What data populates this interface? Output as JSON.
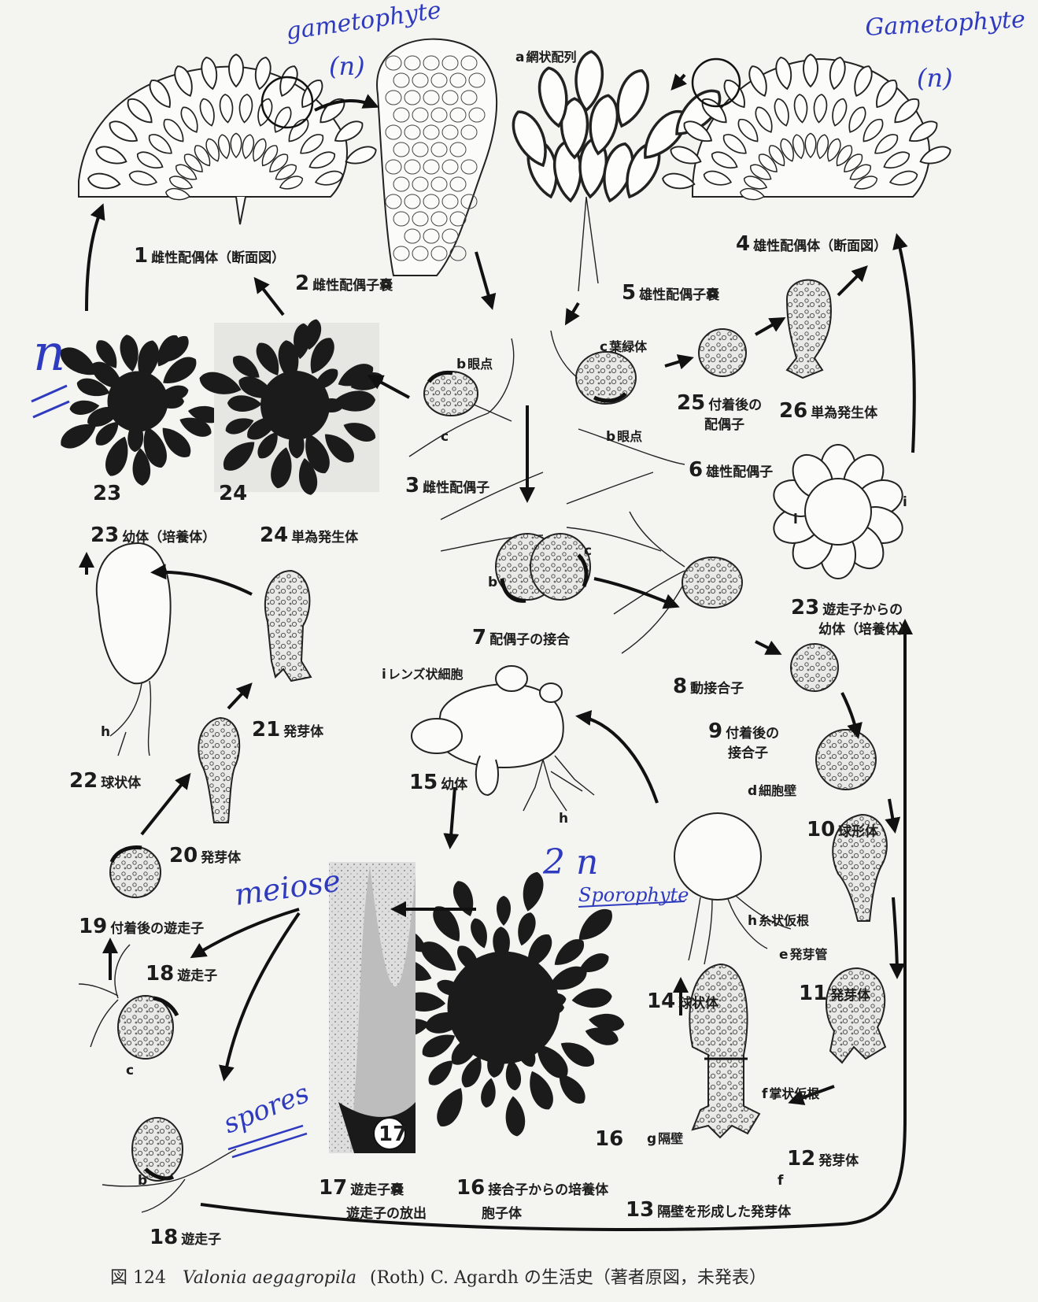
{
  "annotations": {
    "gametophyte_left": "gametophyte",
    "n_left": "(n)",
    "gametophyte_right": "Gametophyte",
    "n_right": "(n)",
    "n_side": "n",
    "two_n": "2 n",
    "sporophyte": "Sporophyte",
    "meiose": "meiose",
    "spores": "spores"
  },
  "labels": {
    "l1": {
      "num": "1",
      "text": "雌性配偶体（断面図）"
    },
    "l2": {
      "num": "2",
      "text": "雌性配偶子嚢"
    },
    "l3": {
      "num": "3",
      "text": "雌性配偶子"
    },
    "l4": {
      "num": "4",
      "text": "雄性配偶体（断面図）"
    },
    "l5": {
      "num": "5",
      "text": "雄性配偶子嚢"
    },
    "l6": {
      "num": "6",
      "text": "雄性配偶子"
    },
    "l7": {
      "num": "7",
      "text": "配偶子の接合"
    },
    "l8": {
      "num": "8",
      "text": "動接合子"
    },
    "l9": {
      "num": "9",
      "text": "付着後の",
      "text2": "接合子"
    },
    "l10": {
      "num": "10",
      "text": "球形体"
    },
    "l11": {
      "num": "11",
      "text": "発芽体"
    },
    "l12": {
      "num": "12",
      "text": "発芽体"
    },
    "l13": {
      "num": "13",
      "text": "隔壁を形成した発芽体"
    },
    "l14": {
      "num": "14",
      "text": "球状体"
    },
    "l15": {
      "num": "15",
      "text": "幼体"
    },
    "l16": {
      "num": "16",
      "text": "接合子からの培養体",
      "text2": "胞子体"
    },
    "l17": {
      "num": "17",
      "text": "遊走子嚢",
      "text2": "遊走子の放出"
    },
    "l18a": {
      "num": "18",
      "text": "遊走子"
    },
    "l18b": {
      "num": "18",
      "text": "遊走子"
    },
    "l19": {
      "num": "19",
      "text": "付着後の遊走子"
    },
    "l20": {
      "num": "20",
      "text": "発芽体"
    },
    "l21": {
      "num": "21",
      "text": "発芽体"
    },
    "l22": {
      "num": "22",
      "text": "球状体"
    },
    "l23a": {
      "num": "23",
      "text": "幼体（培養体）"
    },
    "l23b": {
      "num": "23",
      "text": "遊走子からの",
      "text2": "幼体（培養体）"
    },
    "l24": {
      "num": "24",
      "text": "単為発生体"
    },
    "l25": {
      "num": "25",
      "text": "付着後の",
      "text2": "配偶子"
    },
    "l26": {
      "num": "26",
      "text": "単為発生体"
    }
  },
  "photo_numbers": {
    "p23": "23",
    "p24": "24",
    "p16": "16",
    "p17": "17"
  },
  "parts": {
    "a": {
      "key": "a",
      "text": "網状配列"
    },
    "b1": {
      "key": "b",
      "text": "眼点"
    },
    "b2": {
      "key": "b",
      "text": "眼点"
    },
    "b3": {
      "key": "b"
    },
    "b4": {
      "key": "b"
    },
    "c1": {
      "key": "c",
      "text": "葉緑体"
    },
    "c2": {
      "key": "c"
    },
    "c3": {
      "key": "c"
    },
    "c4": {
      "key": "c"
    },
    "d": {
      "key": "d",
      "text": "細胞壁"
    },
    "e": {
      "key": "e",
      "text": "発芽管"
    },
    "f": {
      "key": "f",
      "text": "掌状仮根"
    },
    "f2": {
      "key": "f"
    },
    "g": {
      "key": "g",
      "text": "隔壁"
    },
    "h1": {
      "key": "h",
      "text": "糸状仮根"
    },
    "h2": {
      "key": "h"
    },
    "h3": {
      "key": "h"
    },
    "i1": {
      "key": "i",
      "text": "レンズ状細胞"
    },
    "i2": {
      "key": "i"
    },
    "i3": {
      "key": "i"
    }
  },
  "caption": {
    "prefix": "図 124",
    "species": "Valonia aegagropila",
    "rest": "(Roth) C. Agardh の生活史（著者原図，未発表）"
  },
  "colors": {
    "ink": "#1c1c1c",
    "handwriting": "#2f3bbf",
    "paper": "#f4f4f1"
  }
}
